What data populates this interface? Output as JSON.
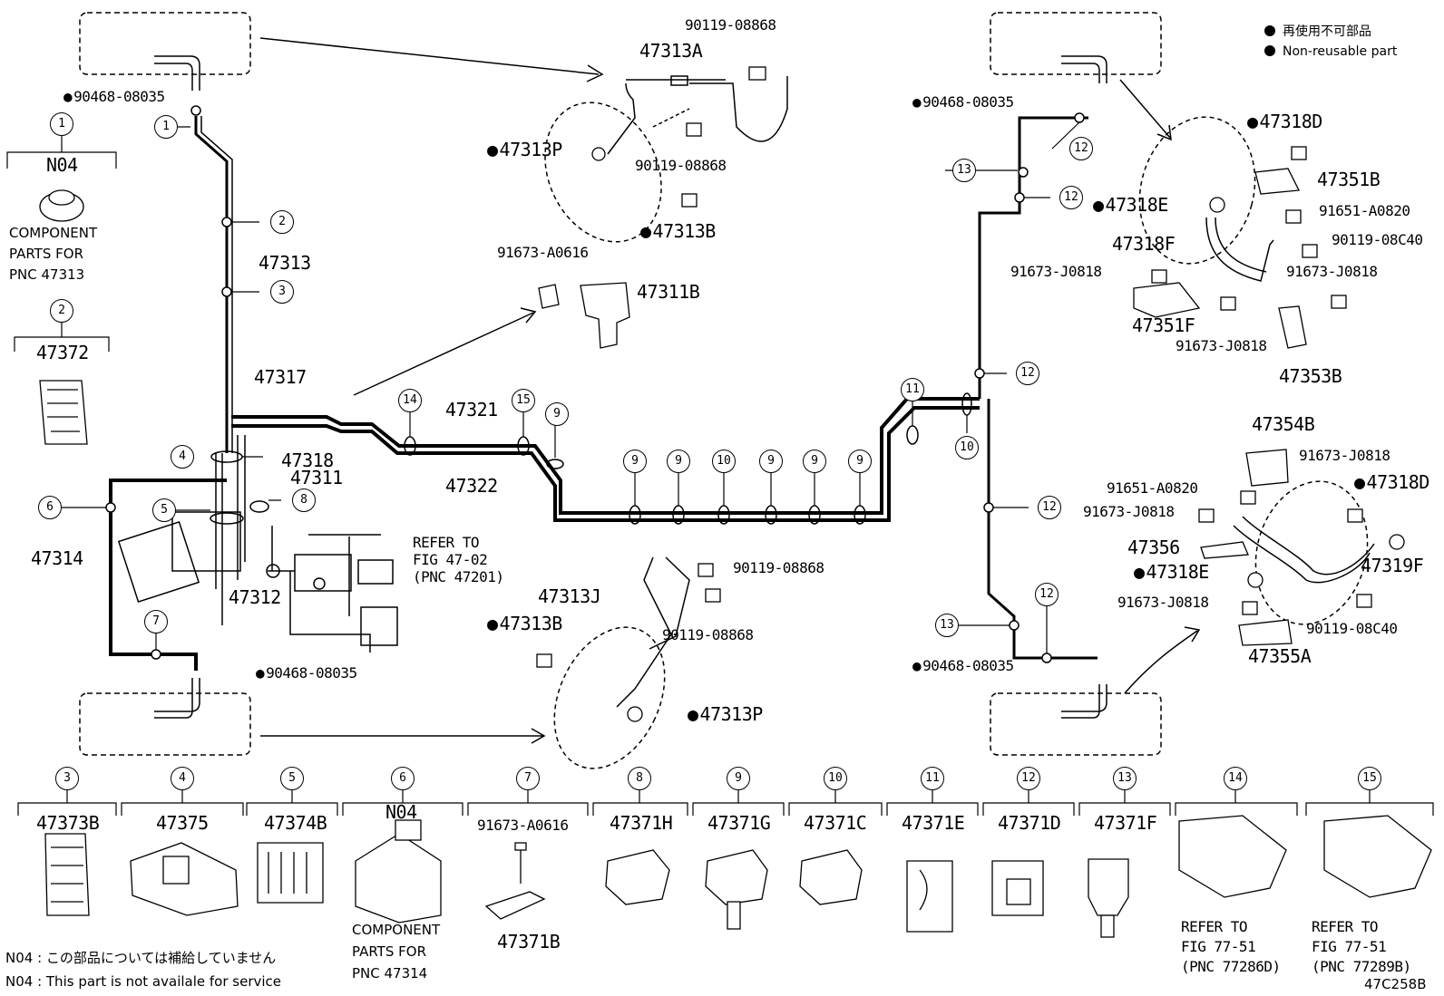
{
  "legend": {
    "ja": "再使用不可部品",
    "en": "Non-reusable part"
  },
  "figure_code": "47C258B",
  "notes": {
    "n04_ja": "N04 : この部品については補給していません",
    "n04_en": "N04 : This part is not availale for service"
  },
  "callouts": [
    "1",
    "2",
    "3",
    "4",
    "5",
    "6",
    "7",
    "8",
    "9",
    "10",
    "11",
    "12",
    "13",
    "14",
    "15"
  ],
  "main_labels": {
    "l_90468_tl": "90468-08035",
    "l_47313": "47313",
    "l_47317": "47317",
    "l_47318": "47318",
    "l_47311": "47311",
    "l_47314": "47314",
    "l_47312": "47312",
    "l_90468_bl": "90468-08035",
    "l_47321": "47321",
    "l_47322": "47322",
    "refer_fig_47": "REFER TO\nFIG 47-02\n(PNC 47201)",
    "l_90468_tr": "90468-08035",
    "l_90468_br": "90468-08035",
    "l_47313A": "47313A",
    "l_90119_a": "90119-08868",
    "l_47313P_t": "47313P",
    "l_90119_b": "90119-08868",
    "l_47313B_t": "47313B",
    "l_91673_a0616": "91673-A0616",
    "l_47311B": "47311B",
    "l_47313J": "47313J",
    "l_90119_c": "90119-08868",
    "l_90119_d": "90119-08868",
    "l_47313B_b": "47313B",
    "l_47313P_b": "47313P",
    "l_47318D_t": "47318D",
    "l_47351B": "47351B",
    "l_47318E_t": "47318E",
    "l_91651_a": "91651-A0820",
    "l_47318F": "47318F",
    "l_90119_08C40_a": "90119-08C40",
    "l_91673_J_a": "91673-J0818",
    "l_91673_J_b": "91673-J0818",
    "l_47351F": "47351F",
    "l_91673_J_c": "91673-J0818",
    "l_47353B": "47353B",
    "l_47354B": "47354B",
    "l_91673_J_d": "91673-J0818",
    "l_91651_b": "91651-A0820",
    "l_47318D_b": "47318D",
    "l_91673_J_e": "91673-J0818",
    "l_47356": "47356",
    "l_47319F": "47319F",
    "l_47318E_b": "47318E",
    "l_91673_J_f": "91673-J0818",
    "l_90119_08C40_b": "90119-08C40",
    "l_47355A": "47355A"
  },
  "left_parts": {
    "p1_code": "N04",
    "p1_text": "COMPONENT\nPARTS FOR\nPNC 47313",
    "p2_code": "47372"
  },
  "bottom_parts": [
    {
      "num": "3",
      "code": "47373B"
    },
    {
      "num": "4",
      "code": "47375"
    },
    {
      "num": "5",
      "code": "47374B"
    },
    {
      "num": "6",
      "code": "N04",
      "text": "COMPONENT\nPARTS FOR\nPNC 47314"
    },
    {
      "num": "7",
      "code": "91673-A0616",
      "code2": "47371B"
    },
    {
      "num": "8",
      "code": "47371H"
    },
    {
      "num": "9",
      "code": "47371G"
    },
    {
      "num": "10",
      "code": "47371C"
    },
    {
      "num": "11",
      "code": "47371E"
    },
    {
      "num": "12",
      "code": "47371D"
    },
    {
      "num": "13",
      "code": "47371F"
    },
    {
      "num": "14",
      "code": "REFER TO\nFIG 77-51\n(PNC 77286D)"
    },
    {
      "num": "15",
      "code": "REFER TO\nFIG 77-51\n(PNC 77289B)"
    }
  ]
}
